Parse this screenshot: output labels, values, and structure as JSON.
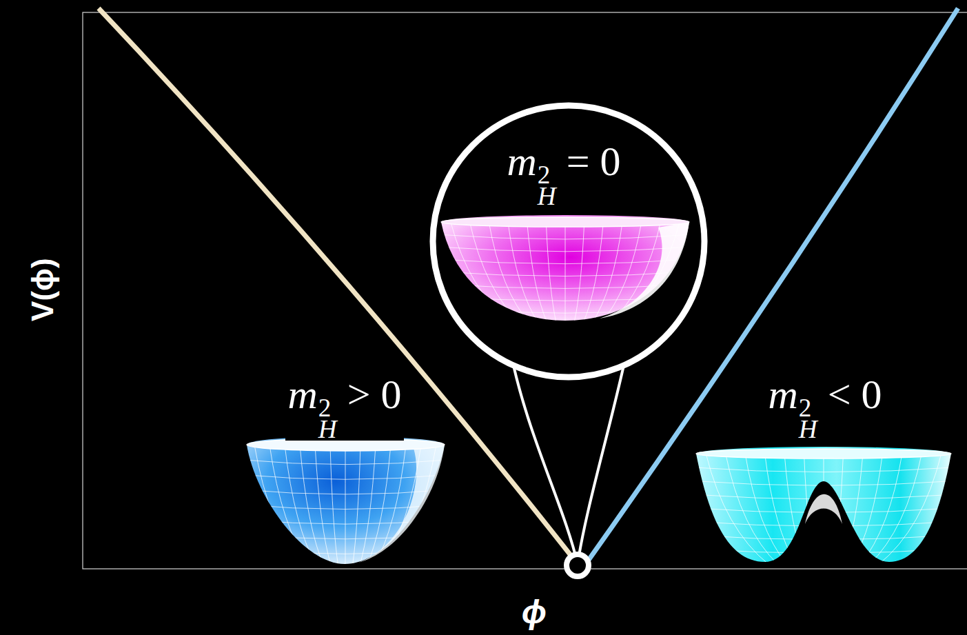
{
  "diagram": {
    "labels": [
      "V(ϕ)",
      "mH2 = 0",
      "mH2 > 0",
      "mH2 < 0",
      "ϕ"
    ]
  }
}
